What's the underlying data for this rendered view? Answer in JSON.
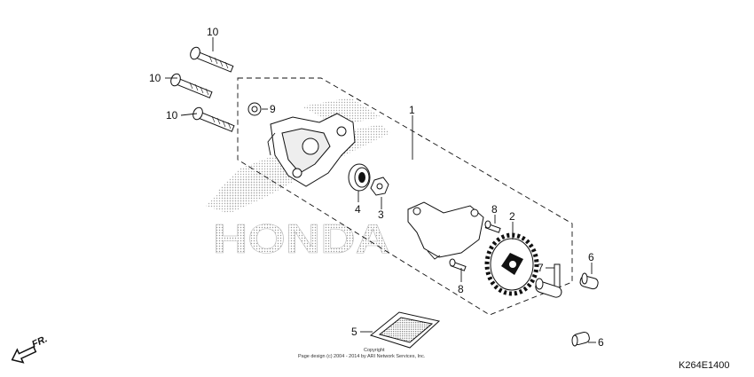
{
  "callouts": {
    "c1": "1",
    "c2": "2",
    "c3": "3",
    "c4": "4",
    "c5": "5",
    "c6a": "6",
    "c6b": "6",
    "c7": "7",
    "c8a": "8",
    "c8b": "8",
    "c9": "9",
    "c10a": "10",
    "c10b": "10",
    "c10c": "10"
  },
  "watermark": "HONDA",
  "copyright": {
    "line1": "Copyright",
    "line2": "Page design (c) 2004 - 2014 by ARI Network Services, Inc."
  },
  "direction": "FR.",
  "diagram_code": "K264E1400"
}
